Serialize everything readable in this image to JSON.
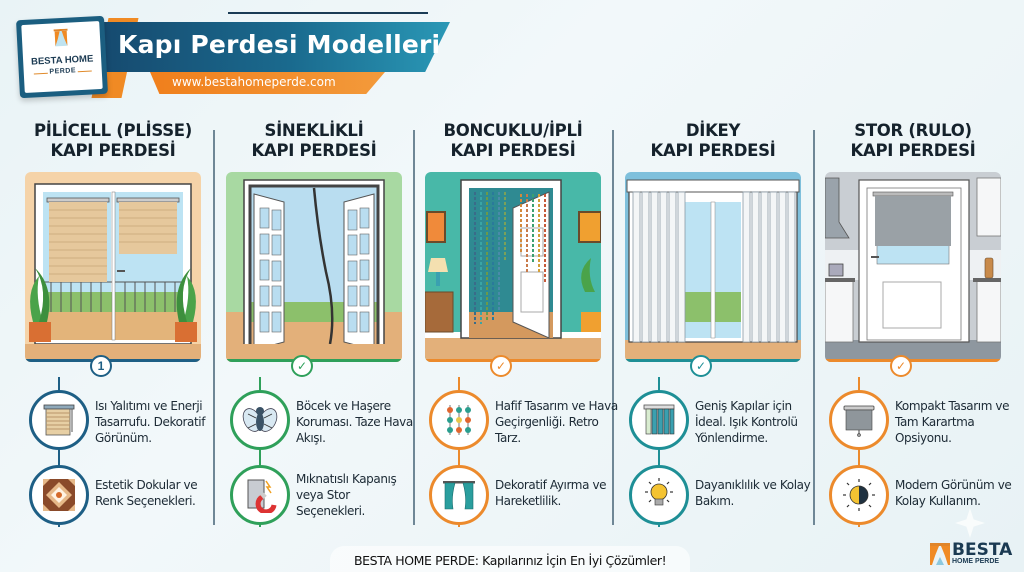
{
  "header": {
    "title": "Kapı Perdesi Modelleri",
    "url": "www.bestahomeperde.com",
    "logo": {
      "line1": "BESTA HOME",
      "line2": "PERDE"
    }
  },
  "colors": {
    "navy": "#1b5e80",
    "orange": "#f08a24",
    "green": "#2fa05a",
    "teal": "#1e8f96",
    "dark": "#1b3a52"
  },
  "columns": [
    {
      "title_line1": "PİLİCELL (PLİSSE)",
      "title_line2": "KAPI PERDESİ",
      "marker": "1",
      "accent": "#1e5f85",
      "features": [
        {
          "icon": "pleated-blind-icon",
          "text": "Isı Yalıtımı ve Enerji Tasarrufu. Dekoratif Görünüm."
        },
        {
          "icon": "pattern-tile-icon",
          "text": "Estetik Dokular ve Renk Seçenekleri."
        }
      ]
    },
    {
      "title_line1": "SİNEKLİKLİ",
      "title_line2": "KAPI PERDESİ",
      "marker": "✓",
      "accent": "#2fa05a",
      "features": [
        {
          "icon": "fly-icon",
          "text": "Böcek ve Haşere Koruması. Taze Hava Akışı."
        },
        {
          "icon": "magnet-icon",
          "text": "Mıknatıslı Kapanış veya Stor Seçenekleri."
        }
      ]
    },
    {
      "title_line1": "BONCUKLU/İPLİ",
      "title_line2": "KAPI PERDESİ",
      "marker": "✓",
      "accent": "#ec8a2c",
      "features": [
        {
          "icon": "beads-icon",
          "text": "Hafif Tasarım ve Hava Geçirgenliği. Retro Tarz."
        },
        {
          "icon": "curtain-icon",
          "text": "Dekoratif Ayırma ve Hareketlilik."
        }
      ]
    },
    {
      "title_line1": "DİKEY",
      "title_line2": "KAPI PERDESİ",
      "marker": "✓",
      "accent": "#1e8f96",
      "features": [
        {
          "icon": "vertical-blind-icon",
          "text": "Geniş Kapılar için İdeal. Işık Kontrolü Yönlendirme."
        },
        {
          "icon": "lightbulb-icon",
          "text": "Dayanıklılık ve Kolay Bakım."
        }
      ]
    },
    {
      "title_line1": "STOR (RULO)",
      "title_line2": "KAPI PERDESİ",
      "marker": "✓",
      "accent": "#ec8a2c",
      "features": [
        {
          "icon": "roller-blind-icon",
          "text": "Kompakt Tasarım ve Tam Karartma Opsiyonu."
        },
        {
          "icon": "half-sun-icon",
          "text": "Modern Görünüm ve Kolay Kullanım."
        }
      ]
    }
  ],
  "footer": {
    "tagline": "BESTA HOME PERDE: Kapılarınız İçin En İyi Çözümler!",
    "logo": {
      "line1": "BESTA",
      "line2": "HOME PERDE"
    }
  }
}
